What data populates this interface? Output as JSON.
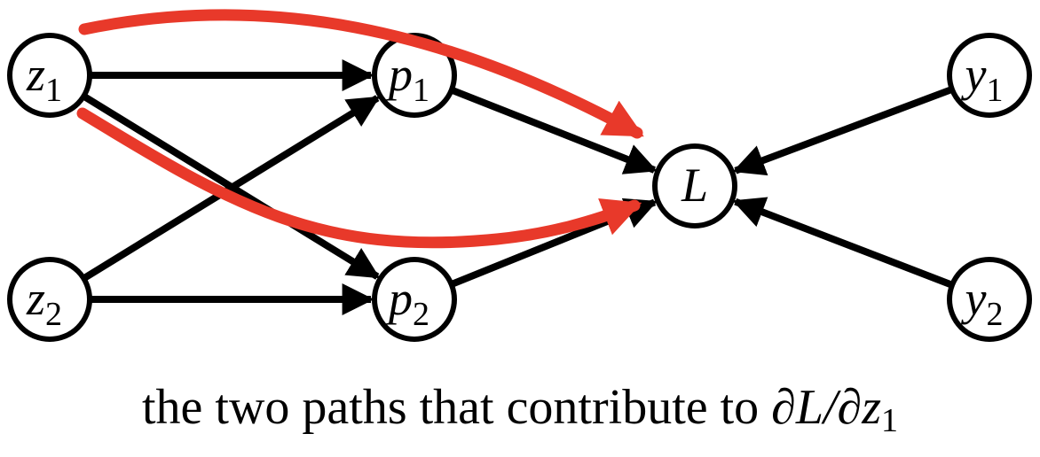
{
  "nodes": [
    {
      "id": "z1",
      "letter": "z",
      "sub": "1"
    },
    {
      "id": "z2",
      "letter": "z",
      "sub": "2"
    },
    {
      "id": "p1",
      "letter": "p",
      "sub": "1"
    },
    {
      "id": "p2",
      "letter": "p",
      "sub": "2"
    },
    {
      "id": "L",
      "letter": "L",
      "sub": ""
    },
    {
      "id": "y1",
      "letter": "y",
      "sub": "1"
    },
    {
      "id": "y2",
      "letter": "y",
      "sub": "2"
    }
  ],
  "edges": [
    {
      "from": "z1",
      "to": "p1"
    },
    {
      "from": "z1",
      "to": "p2"
    },
    {
      "from": "z2",
      "to": "p1"
    },
    {
      "from": "z2",
      "to": "p2"
    },
    {
      "from": "p1",
      "to": "L"
    },
    {
      "from": "p2",
      "to": "L"
    },
    {
      "from": "y1",
      "to": "L"
    },
    {
      "from": "y2",
      "to": "L"
    }
  ],
  "highlighted_paths": [
    {
      "via": [
        "z1",
        "p1",
        "L"
      ],
      "color": "#e8392a"
    },
    {
      "via": [
        "z1",
        "p2",
        "L"
      ],
      "color": "#e8392a"
    }
  ],
  "colors": {
    "edge": "#000000",
    "highlight": "#e8392a",
    "node_fill": "#ffffff"
  },
  "caption": {
    "prefix": "the two paths that contribute to ",
    "math": "∂L/∂z",
    "sub": "1"
  }
}
